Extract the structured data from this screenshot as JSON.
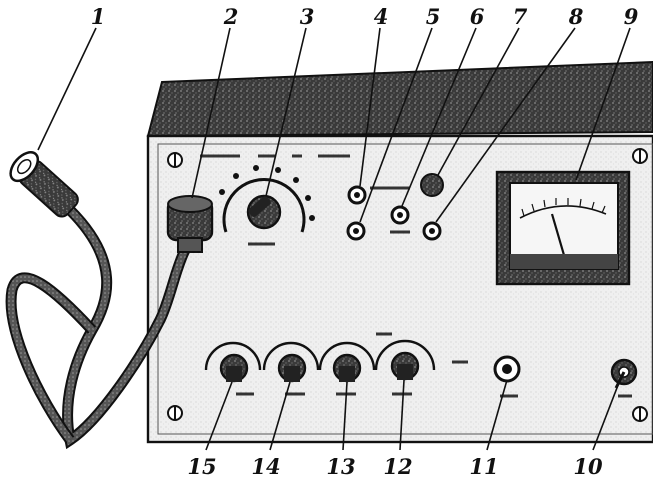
{
  "figure": {
    "background_color": "#ffffff",
    "ink_color": "#111111",
    "panel_color": "#f2f2f2",
    "top_color": "#3a3a3a",
    "callouts": [
      {
        "id": "c1",
        "label": "1"
      },
      {
        "id": "c2",
        "label": "2"
      },
      {
        "id": "c3",
        "label": "3"
      },
      {
        "id": "c4",
        "label": "4"
      },
      {
        "id": "c5",
        "label": "5"
      },
      {
        "id": "c6",
        "label": "6"
      },
      {
        "id": "c7",
        "label": "7"
      },
      {
        "id": "c8",
        "label": "8"
      },
      {
        "id": "c9",
        "label": "9"
      },
      {
        "id": "c10",
        "label": "10"
      },
      {
        "id": "c11",
        "label": "11"
      },
      {
        "id": "c12",
        "label": "12"
      },
      {
        "id": "c13",
        "label": "13"
      },
      {
        "id": "c14",
        "label": "14"
      },
      {
        "id": "c15",
        "label": "15"
      }
    ],
    "icons": [
      "microphone-icon",
      "meter-icon",
      "knob-icon",
      "toggle-switch-icon",
      "jack-icon",
      "screw-icon",
      "indicator-lamp-icon"
    ]
  }
}
